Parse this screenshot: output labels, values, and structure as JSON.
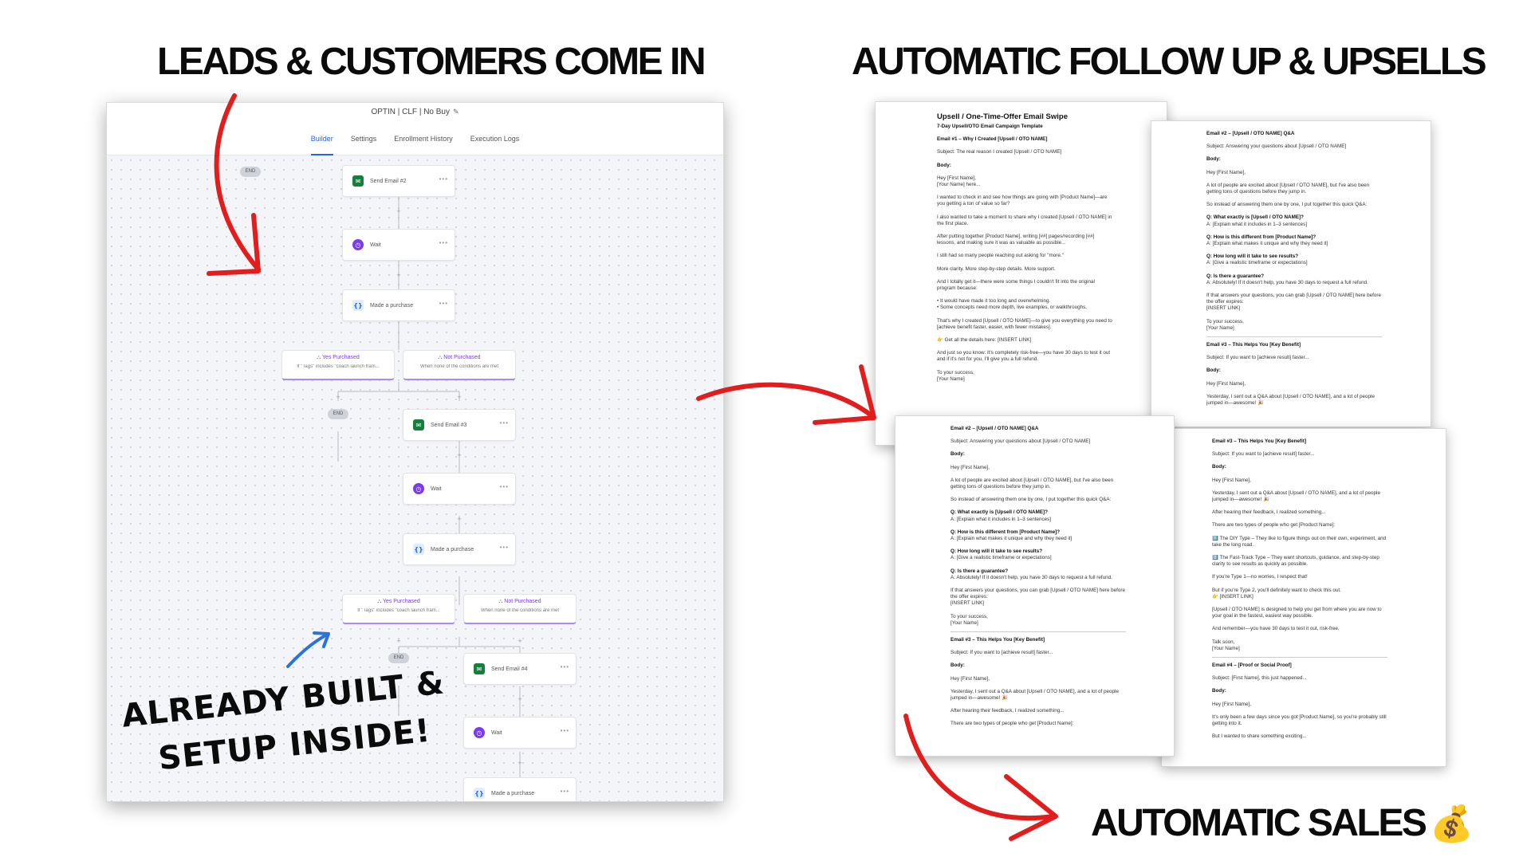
{
  "headings": {
    "leads": "LEADS & CUSTOMERS COME IN",
    "follow_up": "AUTOMATIC FOLLOW UP & UPSELLS",
    "sales": "AUTOMATIC SALES",
    "sales_emoji": "💰"
  },
  "handwritten_note": {
    "line1": "ALREADY BUILT &",
    "line2": "SETUP INSIDE!"
  },
  "builder": {
    "title": "OPTIN | CLF | No Buy",
    "tabs": [
      "Builder",
      "Settings",
      "Enrollment History",
      "Execution Logs"
    ],
    "active_tab": "Builder",
    "end_label": "END",
    "nodes": {
      "send2": "Send Email #2",
      "wait": "Wait",
      "made_purchase": "Made a purchase",
      "send3": "Send Email #3",
      "send4": "Send Email #4"
    },
    "branches": {
      "yes": "Yes Purchased",
      "yes_sub": "If \"Tags\" includes \"coach launch fram...",
      "no": "Not Purchased",
      "no_sub": "When none of the conditions are met"
    }
  },
  "docs": {
    "d1": [
      [
        "title",
        "Upsell / One-Time-Offer Email Swipe"
      ],
      [
        "b",
        "7-Day Upsell/OTO Email Campaign Template"
      ],
      [
        "sp",
        ""
      ],
      [
        "b",
        "Email #1 – Why I Created [Upsell / OTO NAME]"
      ],
      [
        "sp",
        ""
      ],
      [
        "n",
        "Subject: The real reason I created [Upsell / OTO NAME]"
      ],
      [
        "sp",
        ""
      ],
      [
        "b",
        "Body:"
      ],
      [
        "sp",
        ""
      ],
      [
        "n",
        "Hey [First Name],"
      ],
      [
        "n",
        "[Your Name] here..."
      ],
      [
        "sp",
        ""
      ],
      [
        "n",
        "I wanted to check in and see how things are going with [Product Name]—are"
      ],
      [
        "n",
        "you getting a ton of value so far?"
      ],
      [
        "sp",
        ""
      ],
      [
        "n",
        "I also wanted to take a moment to share why I created [Upsell / OTO NAME] in"
      ],
      [
        "n",
        "the first place."
      ],
      [
        "sp",
        ""
      ],
      [
        "n",
        "After putting together [Product Name], writing [##] pages/recording [##]"
      ],
      [
        "n",
        "lessons, and making sure it was as valuable as possible..."
      ],
      [
        "sp",
        ""
      ],
      [
        "n",
        "I still had so many people reaching out asking for \"more.\""
      ],
      [
        "sp",
        ""
      ],
      [
        "n",
        "More clarity. More step-by-step details. More support."
      ],
      [
        "sp",
        ""
      ],
      [
        "n",
        "And I totally get it—there were some things I couldn't fit into the original"
      ],
      [
        "n",
        "program because:"
      ],
      [
        "sp",
        ""
      ],
      [
        "n",
        "  •  It would have made it too long and overwhelming."
      ],
      [
        "n",
        "  •  Some concepts need more depth, live examples, or walkthroughs."
      ],
      [
        "sp",
        ""
      ],
      [
        "n",
        "That's why I created [Upsell / OTO NAME]—to give you everything you need to"
      ],
      [
        "n",
        "[achieve benefit faster, easier, with fewer mistakes]."
      ],
      [
        "sp",
        ""
      ],
      [
        "n",
        "👉 Get all the details here: [INSERT LINK]"
      ],
      [
        "sp",
        ""
      ],
      [
        "n",
        "And just so you know: It's completely risk-free—you have 30 days to test it out"
      ],
      [
        "n",
        "and if it's not for you, I'll give you a full refund."
      ],
      [
        "sp",
        ""
      ],
      [
        "n",
        "To your success,"
      ],
      [
        "n",
        "[Your Name]"
      ]
    ],
    "d2": [
      [
        "b",
        "Email #2 – [Upsell / OTO NAME] Q&A"
      ],
      [
        "sp",
        ""
      ],
      [
        "n",
        "Subject: Answering your questions about [Upsell / OTO NAME]"
      ],
      [
        "sp",
        ""
      ],
      [
        "b",
        "Body:"
      ],
      [
        "sp",
        ""
      ],
      [
        "n",
        "Hey [First Name],"
      ],
      [
        "sp",
        ""
      ],
      [
        "n",
        "A lot of people are excited about [Upsell / OTO NAME], but I've also been"
      ],
      [
        "n",
        "getting tons of questions before they jump in."
      ],
      [
        "sp",
        ""
      ],
      [
        "n",
        "So instead of answering them one by one, I put together this quick Q&A:"
      ],
      [
        "sp",
        ""
      ],
      [
        "b",
        "Q: What exactly is [Upsell / OTO NAME]?"
      ],
      [
        "n",
        "A: [Explain what it includes in 1–3 sentences]"
      ],
      [
        "sp",
        ""
      ],
      [
        "b",
        "Q: How is this different from [Product Name]?"
      ],
      [
        "n",
        "A: [Explain what makes it unique and why they need it]"
      ],
      [
        "sp",
        ""
      ],
      [
        "b",
        "Q: How long will it take to see results?"
      ],
      [
        "n",
        "A: [Give a realistic timeframe or expectations]"
      ],
      [
        "sp",
        ""
      ],
      [
        "b",
        "Q: Is there a guarantee?"
      ],
      [
        "n",
        "A: Absolutely! If it doesn't help, you have 30 days to request a full refund."
      ],
      [
        "sp",
        ""
      ],
      [
        "n",
        "If that answers your questions, you can grab [Upsell / OTO NAME] here before"
      ],
      [
        "n",
        "the offer expires:"
      ],
      [
        "n",
        "[INSERT LINK]"
      ],
      [
        "sp",
        ""
      ],
      [
        "n",
        "To your success,"
      ],
      [
        "n",
        "[Your Name]"
      ],
      [
        "hr",
        ""
      ],
      [
        "b",
        "Email #3 – This Helps You [Key Benefit]"
      ],
      [
        "sp",
        ""
      ],
      [
        "n",
        "Subject: If you want to [achieve result] faster..."
      ],
      [
        "sp",
        ""
      ],
      [
        "b",
        "Body:"
      ],
      [
        "sp",
        ""
      ],
      [
        "n",
        "Hey [First Name],"
      ],
      [
        "sp",
        ""
      ],
      [
        "n",
        "Yesterday, I sent out a Q&A about [Upsell / OTO NAME], and a lot of people"
      ],
      [
        "n",
        "jumped in—awesome! 🎉"
      ]
    ],
    "d3": [
      [
        "b",
        "Email #2 – [Upsell / OTO NAME] Q&A"
      ],
      [
        "sp",
        ""
      ],
      [
        "n",
        "Subject: Answering your questions about [Upsell / OTO NAME]"
      ],
      [
        "sp",
        ""
      ],
      [
        "b",
        "Body:"
      ],
      [
        "sp",
        ""
      ],
      [
        "n",
        "Hey [First Name],"
      ],
      [
        "sp",
        ""
      ],
      [
        "n",
        "A lot of people are excited about [Upsell / OTO NAME], but I've also been"
      ],
      [
        "n",
        "getting tons of questions before they jump in."
      ],
      [
        "sp",
        ""
      ],
      [
        "n",
        "So instead of answering them one by one, I put together this quick Q&A:"
      ],
      [
        "sp",
        ""
      ],
      [
        "b",
        "Q: What exactly is [Upsell / OTO NAME]?"
      ],
      [
        "n",
        "A: [Explain what it includes in 1–3 sentences]"
      ],
      [
        "sp",
        ""
      ],
      [
        "b",
        "Q: How is this different from [Product Name]?"
      ],
      [
        "n",
        "A: [Explain what makes it unique and why they need it]"
      ],
      [
        "sp",
        ""
      ],
      [
        "b",
        "Q: How long will it take to see results?"
      ],
      [
        "n",
        "A: [Give a realistic timeframe or expectations]"
      ],
      [
        "sp",
        ""
      ],
      [
        "b",
        "Q: Is there a guarantee?"
      ],
      [
        "n",
        "A: Absolutely! If it doesn't help, you have 30 days to request a full refund."
      ],
      [
        "sp",
        ""
      ],
      [
        "n",
        "If that answers your questions, you can grab [Upsell / OTO NAME] here before"
      ],
      [
        "n",
        "the offer expires:"
      ],
      [
        "n",
        "[INSERT LINK]"
      ],
      [
        "sp",
        ""
      ],
      [
        "n",
        "To your success,"
      ],
      [
        "n",
        "[Your Name]"
      ],
      [
        "hr",
        ""
      ],
      [
        "b",
        "Email #3 – This Helps You [Key Benefit]"
      ],
      [
        "sp",
        ""
      ],
      [
        "n",
        "Subject: If you want to [achieve result] faster..."
      ],
      [
        "sp",
        ""
      ],
      [
        "b",
        "Body:"
      ],
      [
        "sp",
        ""
      ],
      [
        "n",
        "Hey [First Name],"
      ],
      [
        "sp",
        ""
      ],
      [
        "n",
        "Yesterday, I sent out a Q&A about [Upsell / OTO NAME], and a lot of people"
      ],
      [
        "n",
        "jumped in—awesome! 🎉"
      ],
      [
        "sp",
        ""
      ],
      [
        "n",
        "After hearing their feedback, I realized something..."
      ],
      [
        "sp",
        ""
      ],
      [
        "n",
        "There are two types of people who get [Product Name]:"
      ]
    ],
    "d4": [
      [
        "b",
        "Email #3 – This Helps You [Key Benefit]"
      ],
      [
        "sp",
        ""
      ],
      [
        "n",
        "Subject: If you want to [achieve result] faster..."
      ],
      [
        "sp",
        ""
      ],
      [
        "b",
        "Body:"
      ],
      [
        "sp",
        ""
      ],
      [
        "n",
        "Hey [First Name],"
      ],
      [
        "sp",
        ""
      ],
      [
        "n",
        "Yesterday, I sent out a Q&A about [Upsell / OTO NAME], and a lot of people"
      ],
      [
        "n",
        "jumped in—awesome! 🎉"
      ],
      [
        "sp",
        ""
      ],
      [
        "n",
        "After hearing their feedback, I realized something..."
      ],
      [
        "sp",
        ""
      ],
      [
        "n",
        "There are two types of people who get [Product Name]:"
      ],
      [
        "sp",
        ""
      ],
      [
        "n",
        "1️⃣ The DIY Type – They like to figure things out on their own, experiment, and"
      ],
      [
        "n",
        "take the long road."
      ],
      [
        "sp",
        ""
      ],
      [
        "n",
        "2️⃣ The Fast-Track Type – They want shortcuts, guidance, and step-by-step"
      ],
      [
        "n",
        "clarity to see results as quickly as possible."
      ],
      [
        "sp",
        ""
      ],
      [
        "n",
        "If you're Type 1—no worries, I respect that!"
      ],
      [
        "sp",
        ""
      ],
      [
        "n",
        "But if you're Type 2, you'll definitely want to check this out."
      ],
      [
        "n",
        "👉 [INSERT LINK]"
      ],
      [
        "sp",
        ""
      ],
      [
        "n",
        "[Upsell / OTO NAME] is designed to help you get from where you are now to"
      ],
      [
        "n",
        "your goal in the fastest, easiest way possible."
      ],
      [
        "sp",
        ""
      ],
      [
        "n",
        "And remember—you have 30 days to test it out, risk-free."
      ],
      [
        "sp",
        ""
      ],
      [
        "n",
        "Talk soon,"
      ],
      [
        "n",
        "[Your Name]"
      ],
      [
        "hr",
        ""
      ],
      [
        "b",
        "Email #4 – [Proof or Social Proof]"
      ],
      [
        "sp",
        ""
      ],
      [
        "n",
        "Subject: [First Name], this just happened..."
      ],
      [
        "sp",
        ""
      ],
      [
        "b",
        "Body:"
      ],
      [
        "sp",
        ""
      ],
      [
        "n",
        "Hey [First Name],"
      ],
      [
        "sp",
        ""
      ],
      [
        "n",
        "It's only been a few days since you got [Product Name], so you're probably still"
      ],
      [
        "n",
        "getting into it."
      ],
      [
        "sp",
        ""
      ],
      [
        "n",
        "But I wanted to share something exciting..."
      ]
    ]
  },
  "colors": {
    "arrow_red": "#e11d1d",
    "arrow_blue": "#2b73d8",
    "tab_active": "#2563eb",
    "branch_purple": "#7c3aed"
  }
}
